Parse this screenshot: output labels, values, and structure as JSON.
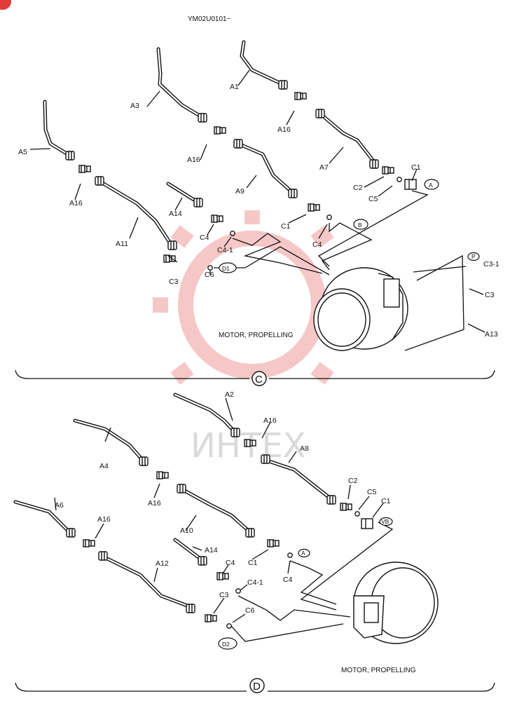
{
  "header": {
    "drawing_number": "YM02U0101~"
  },
  "watermark": {
    "text": "ИНТЕХ",
    "color": "#e23b3b"
  },
  "section_c": {
    "caption": "MOTOR, PROPELLING",
    "section_mark": "C",
    "labels": {
      "a1": "A1",
      "a3": "A3",
      "a5": "A5",
      "a16_top": "A16",
      "a16_mid": "A16",
      "a16_left": "A16",
      "a7": "A7",
      "a9": "A9",
      "a11": "A11",
      "a14": "A14",
      "c1_right": "C1",
      "c2": "C2",
      "c5": "C5",
      "c1_mid": "C1",
      "c4_left": "C4",
      "c4_right": "C4",
      "c4_1": "C4-1",
      "c3": "C3",
      "c6": "C6",
      "c3_1": "C3-1",
      "c3_far": "C3",
      "a13": "A13"
    },
    "tags": {
      "a": "A",
      "b": "B",
      "d1": "D1",
      "p": "P"
    }
  },
  "section_d": {
    "caption": "MOTOR, PROPELLING",
    "section_mark": "D",
    "labels": {
      "a2": "A2",
      "a16_top": "A16",
      "a8": "A8",
      "a4": "A4",
      "a16_mid": "A16",
      "a6": "A6",
      "a16_left": "A16",
      "a10": "A10",
      "a14": "A14",
      "a12": "A12",
      "c2": "C2",
      "c5": "C5",
      "c1_right": "C1",
      "c1_mid": "C1",
      "c4_left": "C4",
      "c4_right": "C4",
      "c4_1": "C4-1",
      "c3": "C3",
      "c6": "C6"
    },
    "tags": {
      "a": "A",
      "vb": "VB",
      "d2": "D2"
    }
  }
}
